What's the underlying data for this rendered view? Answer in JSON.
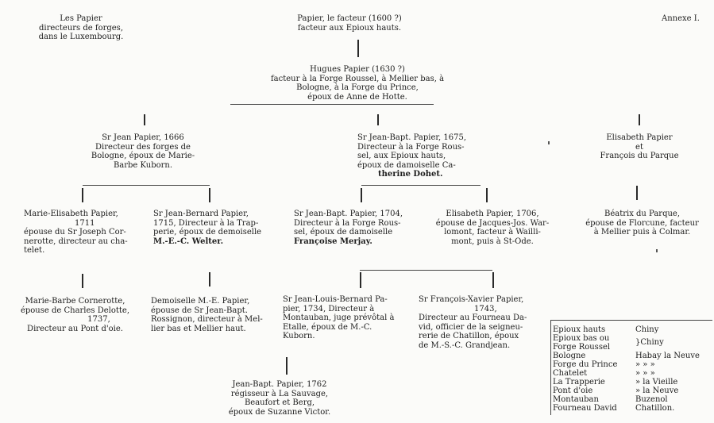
{
  "header": {
    "left": [
      "Les Papier",
      "directeurs de forges,",
      "dans le Luxembourg."
    ],
    "annex": "Annexe I."
  },
  "gen0": {
    "lines": [
      "Papier, le facteur (1600 ?)",
      "facteur aux Epioux hauts."
    ]
  },
  "gen1": {
    "lines": [
      "Hugues Papier (1630 ?)",
      "facteur à la Forge Roussel, à Mellier bas, à",
      "Bologne, à la Forge du Prince,",
      "époux de Anne de Hotte."
    ]
  },
  "gen2": {
    "jean": [
      "Sr Jean Papier, 1666",
      "Directeur des forges de",
      "Bologne, époux de Marie-",
      "Barbe Kuborn."
    ],
    "jeanbapt": [
      "Sr Jean-Bapt. Papier, 1675,",
      "Directeur à la Forge Rous-",
      "sel, aux Epioux hauts,",
      "époux de damoiselle Ca-",
      "therine Dohet."
    ],
    "elisabeth": [
      "Elisabeth Papier",
      "et",
      "François du Parque"
    ]
  },
  "gen3": {
    "marie_elisabeth": [
      "Marie-Elisabeth Papier,",
      "1711",
      "épouse du Sr Joseph Cor-",
      "nerotte, directeur au cha-",
      "telet."
    ],
    "jean_bernard": [
      "Sr Jean-Bernard Papier,",
      "1715, Directeur à la Trap-",
      "perie, époux de demoiselle",
      "M.-E.-C. Welter."
    ],
    "jeanbapt_1704": [
      "Sr Jean-Bapt. Papier, 1704,",
      "Directeur à la Forge Rous-",
      "sel, époux de damoiselle",
      "Françoise Merjay."
    ],
    "elisabeth_1706": [
      "Elisabeth Papier, 1706,",
      "épouse de Jacques-Jos. War-",
      "lomont, facteur à Wailli-",
      "mont, puis à St-Ode."
    ],
    "beatrix": [
      "Béatrix du Parque,",
      "épouse de Florcune, facteur",
      "à Mellier puis à Colmar."
    ]
  },
  "gen4": {
    "marie_barbe": [
      "Marie-Barbe Cornerotte,",
      "épouse de Charles Delotte,",
      "1737,",
      "Directeur au Pont d'oie."
    ],
    "demoiselle": [
      "Demoiselle M.-E. Papier,",
      "épouse de Sr Jean-Bapt.",
      "Rossignon, directeur à Mel-",
      "lier bas et Mellier haut."
    ],
    "jean_louis": [
      "Sr Jean-Louis-Bernard Pa-",
      "pier, 1734, Directeur à",
      "Montauban, juge prévôtal à",
      "Etalle, époux de M.-C.",
      "Kuborn."
    ],
    "francois_xavier": [
      "Sr François-Xavier Papier,",
      "1743,",
      "Directeur au Fourneau Da-",
      "vid, officier de la seigneu-",
      "rerie de Chatillon, époux",
      "de M.-S.-C. Grandjean."
    ]
  },
  "gen5": {
    "lines": [
      "Jean-Bapt. Papier, 1762",
      "régisseur à La Sauvage,",
      "Beaufort et Berg,",
      "époux de Suzanne Victor."
    ]
  },
  "legend": [
    {
      "place": "Epioux hauts",
      "loc": "Chiny"
    },
    {
      "place": "Epioux bas ou",
      "loc": "}Chiny"
    },
    {
      "place": "Forge Roussel",
      "loc": ""
    },
    {
      "place": "Bologne",
      "loc": "Habay la Neuve"
    },
    {
      "place": "Forge du Prince",
      "loc": "»   »   »"
    },
    {
      "place": "Chatelet",
      "loc": "»   »   »"
    },
    {
      "place": "La Trapperie",
      "loc": "» la Vieille"
    },
    {
      "place": "Pont d'oie",
      "loc": "» la Neuve"
    },
    {
      "place": "Montauban",
      "loc": "Buzenol"
    },
    {
      "place": "Fourneau David",
      "loc": "Chatillon."
    }
  ]
}
